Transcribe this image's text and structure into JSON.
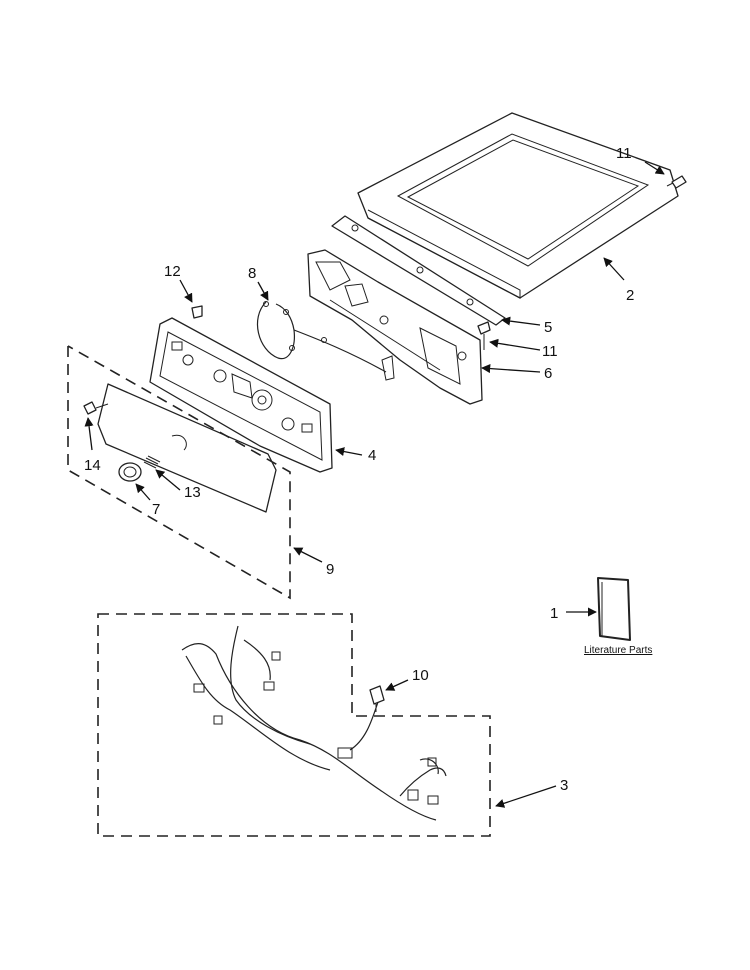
{
  "callouts": {
    "c1": "1",
    "c2": "2",
    "c3": "3",
    "c4": "4",
    "c5": "5",
    "c6": "6",
    "c7": "7",
    "c8": "8",
    "c9": "9",
    "c10": "10",
    "c11_top": "11",
    "c11_mid": "11",
    "c12": "12",
    "c13": "13",
    "c14": "14"
  },
  "literature_label": "Literature Parts"
}
